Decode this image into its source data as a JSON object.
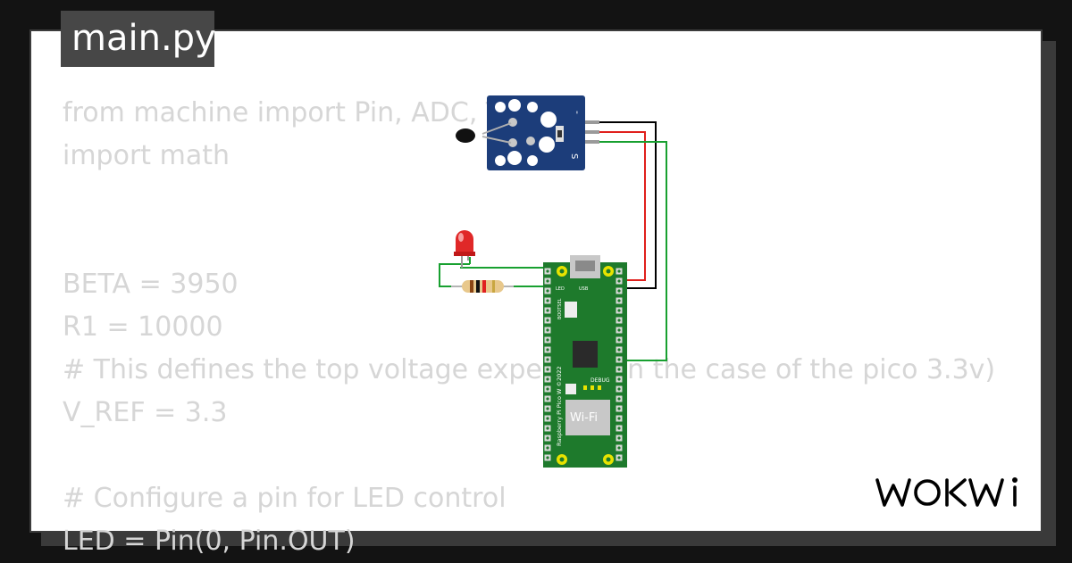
{
  "editor": {
    "filename": "main.py",
    "code_lines": [
      "from machine import Pin, ADC, Timer",
      "import math",
      "",
      "",
      "BETA = 3950",
      "R1 = 10000",
      "# This defines the top voltage expected (in the case of the pico 3.3v)",
      "V_REF = 3.3",
      "",
      "# Configure a pin for LED control",
      "LED = Pin(0, Pin.OUT)"
    ]
  },
  "circuit": {
    "sensor": {
      "pin_minus": "-",
      "pin_signal": "S"
    },
    "pico": {
      "led_label": "LED",
      "usb_label": "USB",
      "bootsel_label": "BOOTSEL",
      "debug_label": "DEBUG",
      "board_label": "Raspberry Pi Pico W ©2022",
      "wifi_label": "Wi-Fi"
    },
    "wire_colors": {
      "black": "#000000",
      "red": "#e0201c",
      "green": "#18a030"
    }
  },
  "brand": {
    "name": "WOKWI"
  },
  "colors": {
    "background": "#131313",
    "card": "#ffffff",
    "tab": "#474747",
    "code_text": "#d6d6d6",
    "sensor_board": "#1c3d7a",
    "pico_board": "#1e7a2c",
    "led": "#e02828"
  }
}
